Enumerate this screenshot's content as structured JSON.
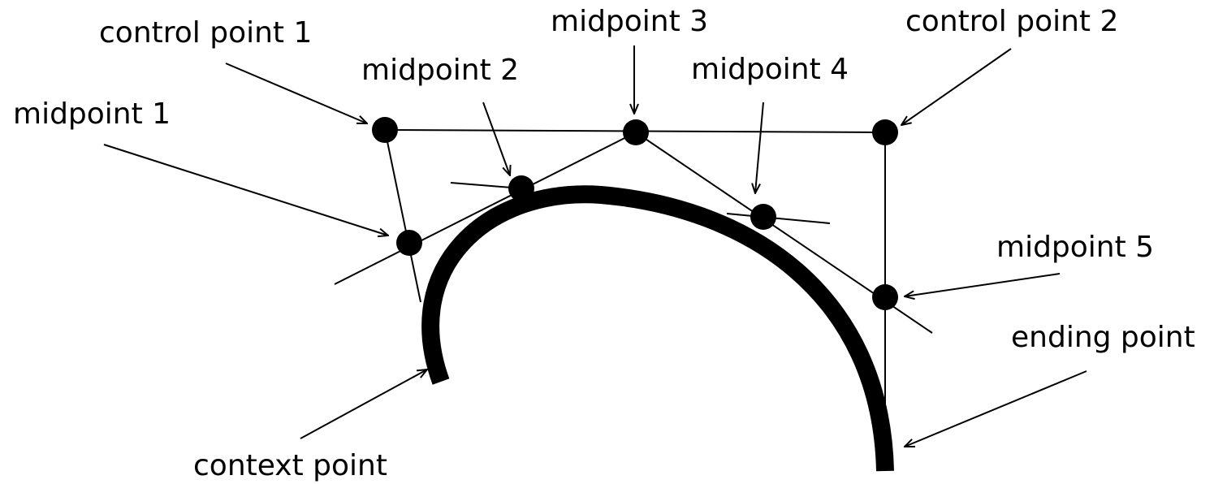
{
  "labels": {
    "control_point_1": "control point 1",
    "control_point_2": "control point 2",
    "midpoint_1": "midpoint 1",
    "midpoint_2": "midpoint 2",
    "midpoint_3": "midpoint 3",
    "midpoint_4": "midpoint 4",
    "midpoint_5": "midpoint 5",
    "ending_point": "ending point",
    "context_point": "context point"
  },
  "colors": {
    "ink": "#000000",
    "background": "#ffffff"
  }
}
